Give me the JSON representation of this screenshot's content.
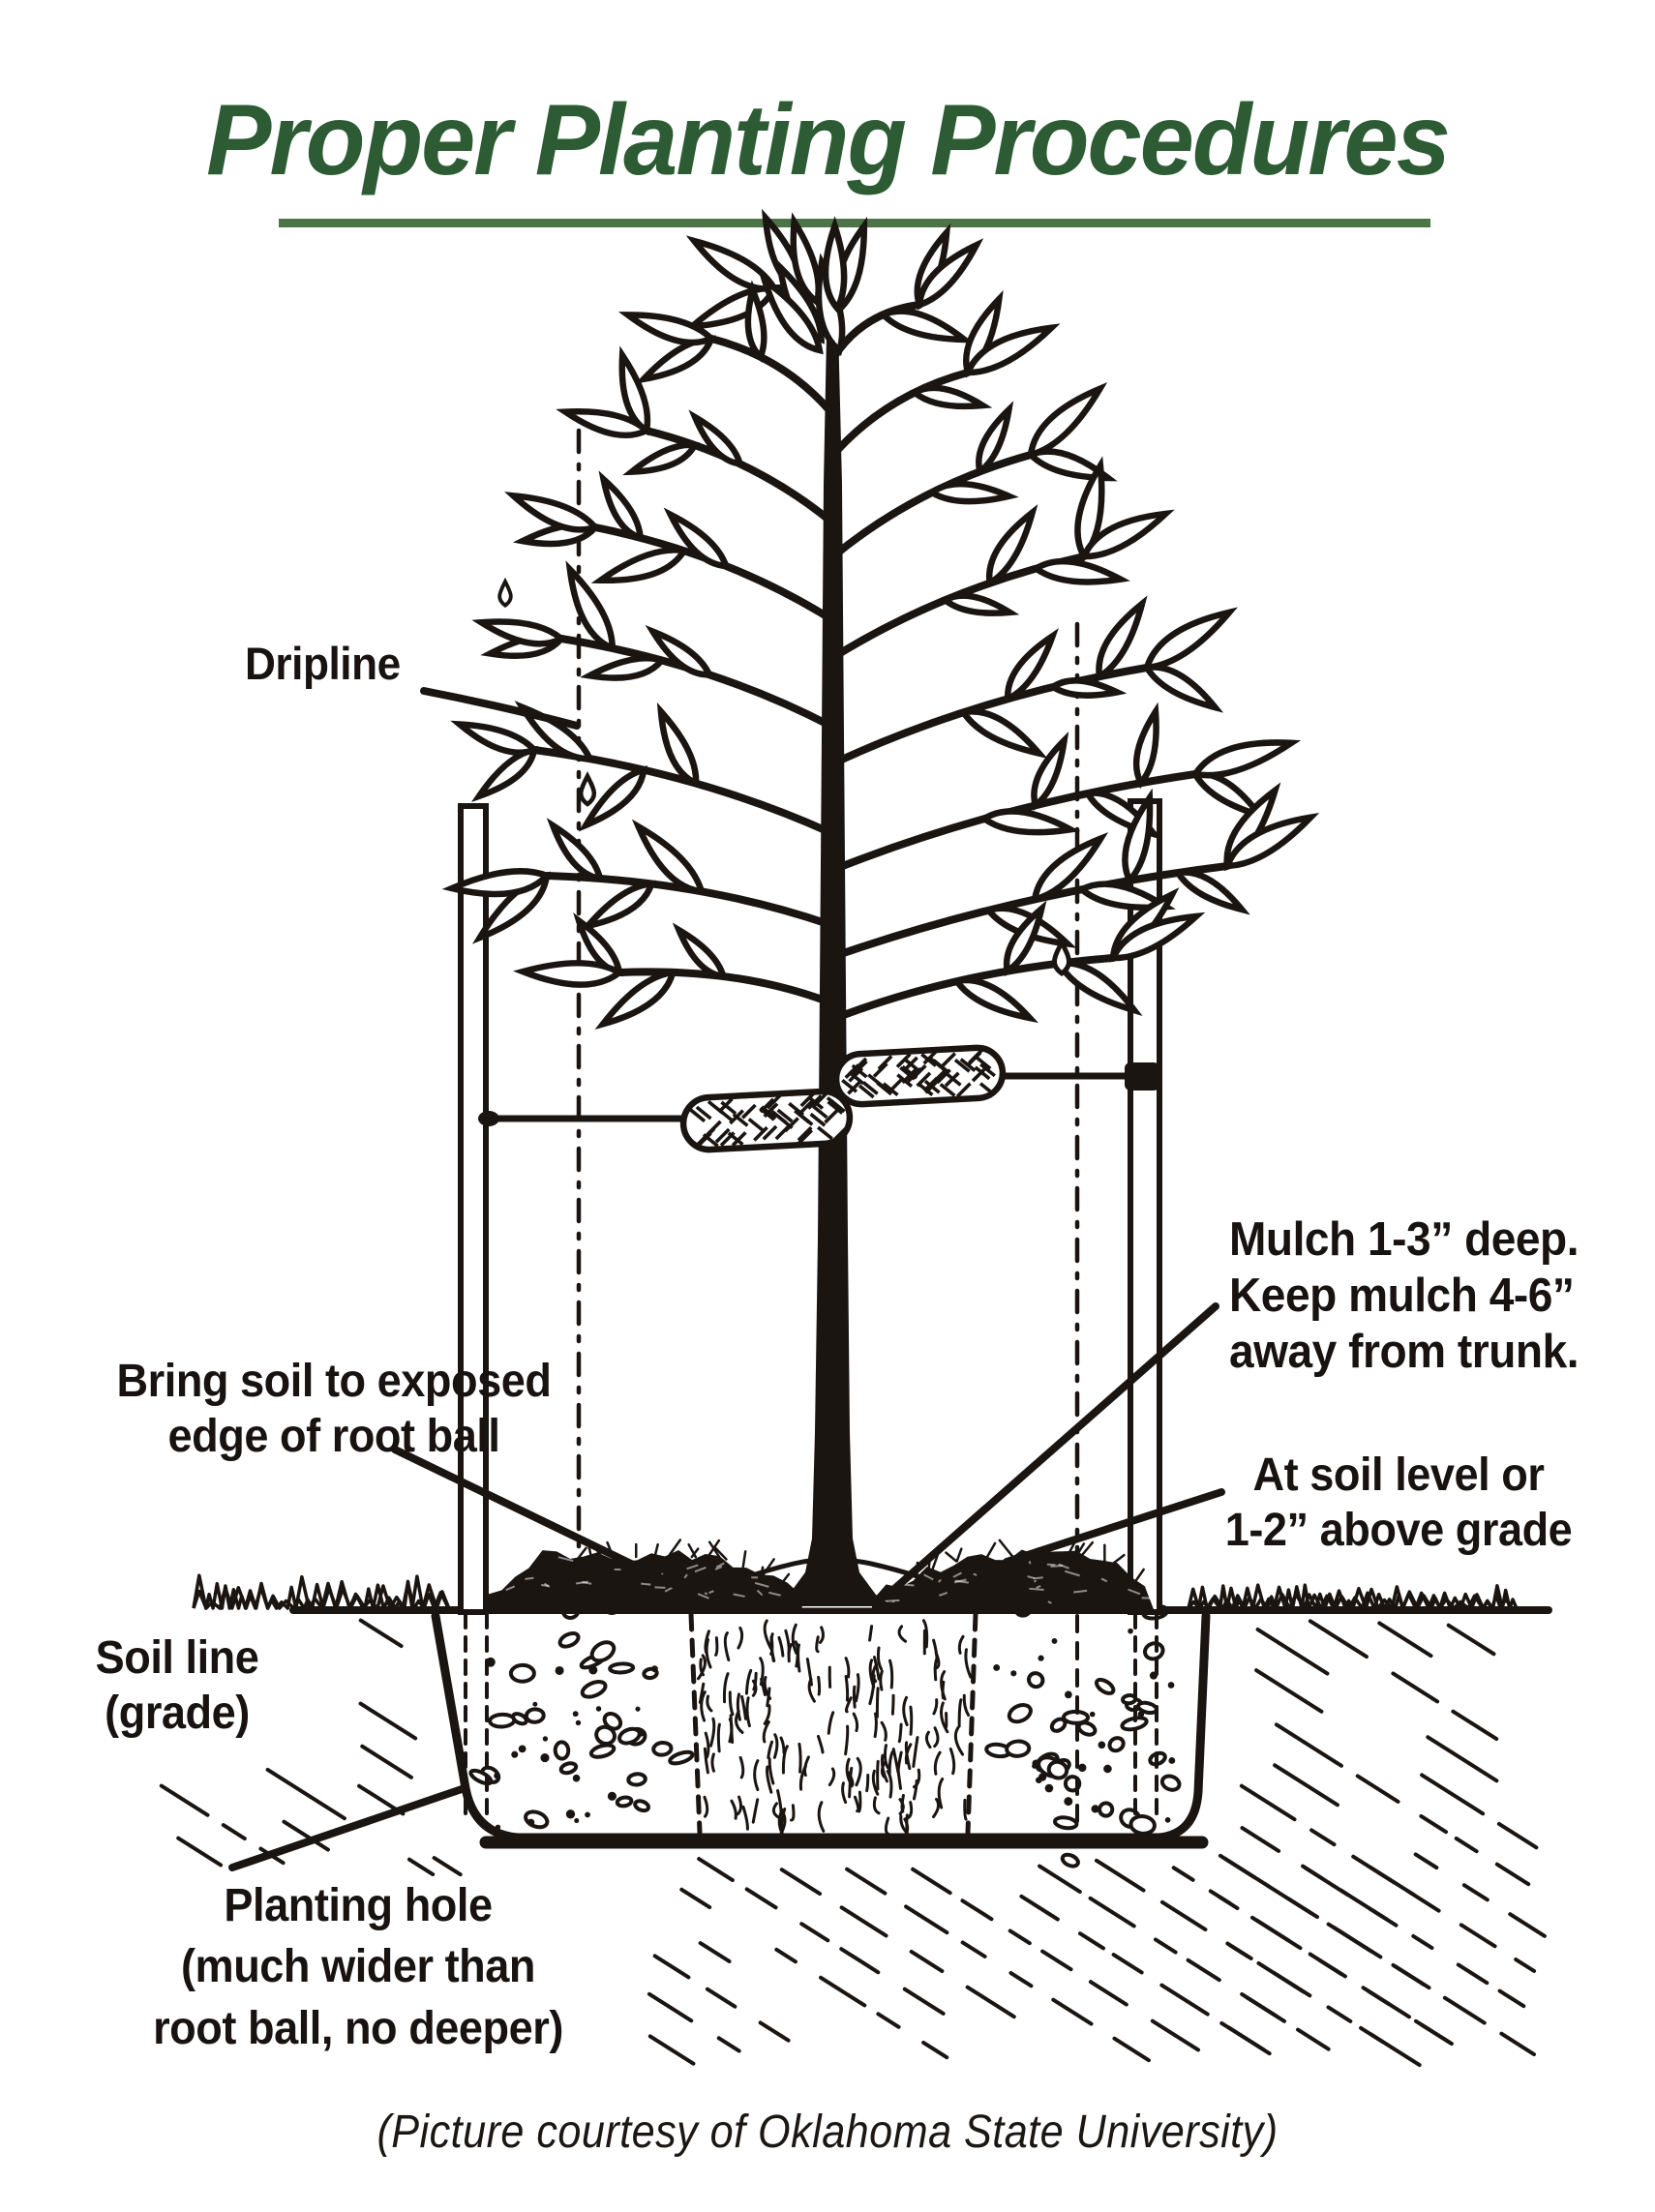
{
  "title": "Proper Planting Procedures",
  "caption": "(Picture courtesy of Oklahoma State University)",
  "labels": {
    "dripline": "Dripline",
    "mulch": [
      "Mulch 1-3” deep.",
      "Keep mulch 4-6”",
      "away from trunk."
    ],
    "bring_soil": [
      "Bring soil to exposed",
      "edge of root ball"
    ],
    "at_soil_level": [
      "At soil level or",
      "1-2” above grade"
    ],
    "soil_line": [
      "Soil line",
      "(grade)"
    ],
    "planting_hole": [
      "Planting hole",
      "(much wider than",
      "root ball, no deeper)"
    ]
  },
  "colors": {
    "title_green": "#2d5c34",
    "rule_green": "#4c7446",
    "ink": "#1b1512",
    "paper": "#ffffff"
  }
}
